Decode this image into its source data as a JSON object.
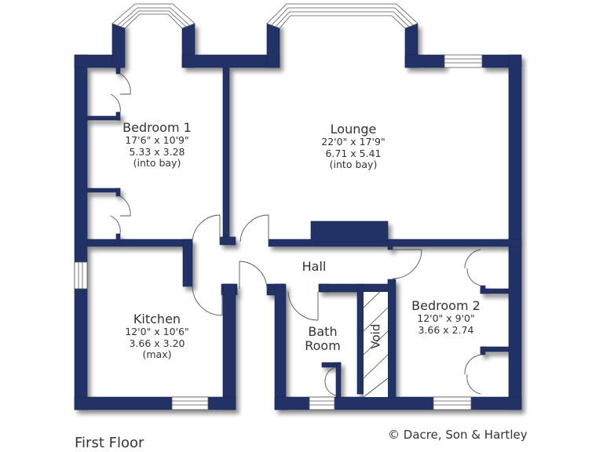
{
  "plan": {
    "floor_title": "First Floor",
    "copyright": "© Dacre, Son & Hartley",
    "wall_color": "#223366"
  },
  "rooms": {
    "bedroom1": {
      "name": "Bedroom 1",
      "imperial": "17'6\"  x  10'9\"",
      "metric": "5.33  x  3.28",
      "note": "(into bay)"
    },
    "lounge": {
      "name": "Lounge",
      "imperial": "22'0\"  x  17'9\"",
      "metric": "6.71  x  5.41",
      "note": "(into bay)"
    },
    "hall": {
      "name": "Hall"
    },
    "kitchen": {
      "name": "Kitchen",
      "imperial": "12'0\"  x  10'6\"",
      "metric": "3.66  x  3.20",
      "note": "(max)"
    },
    "bathroom": {
      "name_line1": "Bath",
      "name_line2": "Room"
    },
    "void": {
      "name": "Void"
    },
    "bedroom2": {
      "name": "Bedroom 2",
      "imperial": "12'0\"  x  9'0\"",
      "metric": "3.66  x  2.74"
    }
  }
}
